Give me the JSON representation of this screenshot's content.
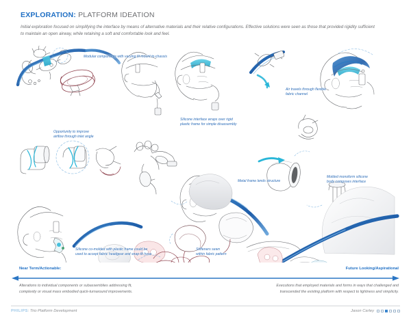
{
  "header": {
    "title_accent": "EXPLORATION:",
    "title_rest": " PLATFORM IDEATION",
    "intro": "Initial exploration focused on simplifying the interface by means of alternative materials and their relative configurations. Effective solutions were seen as those that provided rigidity sufficient to maintain an open airway, while retaining a soft and comfortable look and feel."
  },
  "callouts": [
    {
      "id": "modular-components",
      "text": "Modular components with varying fit mount to chassis"
    },
    {
      "id": "air-travels",
      "text": "Air travels through flexible\nfabric channel"
    },
    {
      "id": "opportunity-airflow",
      "text": "Opportunity to improve\nairflow through inlet angle"
    },
    {
      "id": "silicone-interface",
      "text": "Silicone interface wraps over rigid\nplastic frame for simple disassembly"
    },
    {
      "id": "metal-frame",
      "text": "Metal frame lends structure"
    },
    {
      "id": "molded-monoform",
      "text": "Molded monoform silicone\nbody composes interface"
    },
    {
      "id": "silicone-comolded",
      "text": "Silicone co-molded with plastic frame could be\nused to accept fabric headgear and snap-fit hose"
    },
    {
      "id": "stiffeners-sewn",
      "text": "Stiffeners sewn\nwithin fabric pattern"
    }
  ],
  "spectrum": {
    "left_label": "Near Term/Actionable:",
    "right_label": "Future Looking/Aspirational",
    "left_desc": "Alterations to individual components or subassemblies addressing fit,\ncomplexity or visual mass embodied quick-turnaround improvements.",
    "right_desc": "Executions that employed materials and forms in ways that challenged and\ntranscended the existing platform with respect to lightness and simplicity."
  },
  "footer": {
    "brand": "PHILIPS",
    "brand_sub": ": Trio Platform Development",
    "author": "Jason Carley",
    "page_count": 6,
    "active_page": 3
  },
  "colors": {
    "accent_blue": "#1f6fc4",
    "callout_blue": "#2b6cb8",
    "brand_blue": "#9ec8e8",
    "body_gray": "#6d6e71",
    "sketch_cyan": "#29b6d8",
    "sketch_blue": "#2e6fb5",
    "sketch_maroon": "#8a3a46",
    "sketch_pink": "#e8a9ad",
    "sketch_ink": "#5a5c60"
  }
}
